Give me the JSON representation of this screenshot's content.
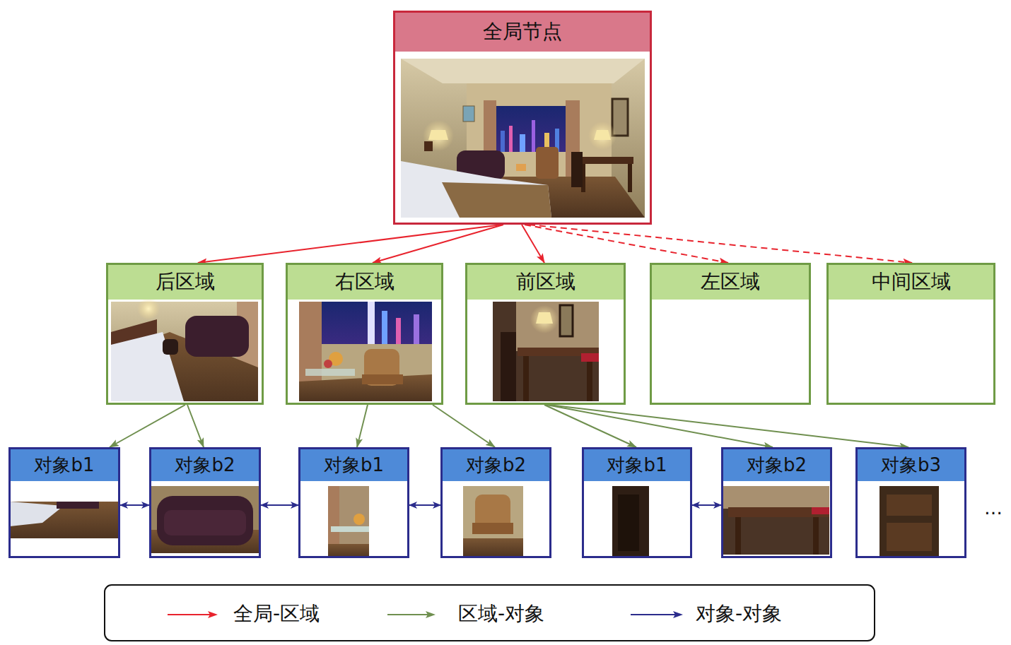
{
  "diagram": {
    "nodes": [
      {
        "text": [
          "全局节点"
        ]
      },
      {
        "text": [
          "后区域"
        ]
      },
      {
        "text": [
          "右区域"
        ]
      },
      {
        "text": [
          "前区域"
        ]
      },
      {
        "text": [
          "左区域"
        ]
      },
      {
        "text": [
          "中间区域"
        ]
      },
      {
        "text": [
          "对象b1"
        ]
      },
      {
        "text": [
          "对象b2"
        ]
      },
      {
        "text": [
          "对象b1"
        ]
      },
      {
        "text": [
          "对象b2"
        ]
      },
      {
        "text": [
          "对象b1"
        ]
      },
      {
        "text": [
          "对象b2"
        ]
      },
      {
        "text": [
          "对象b3"
        ]
      }
    ],
    "edges": [
      {
        "from": 0,
        "to": 1,
        "arrow": "to"
      },
      {
        "from": 0,
        "to": 2,
        "arrow": "to"
      },
      {
        "from": 0,
        "to": 3,
        "arrow": "to"
      },
      {
        "from": 0,
        "to": 4,
        "arrow": "to"
      },
      {
        "from": 0,
        "to": 5,
        "arrow": "to"
      },
      {
        "from": 1,
        "to": 6,
        "arrow": "to"
      },
      {
        "from": 1,
        "to": 7,
        "arrow": "to"
      },
      {
        "from": 2,
        "to": 8,
        "arrow": "to"
      },
      {
        "from": 2,
        "to": 9,
        "arrow": "to"
      },
      {
        "from": 3,
        "to": 10,
        "arrow": "to"
      },
      {
        "from": 3,
        "to": 11,
        "arrow": "to"
      },
      {
        "from": 3,
        "to": 12,
        "arrow": "to"
      },
      {
        "from": 6,
        "to": 7,
        "arrow": "both"
      },
      {
        "from": 7,
        "to": 8,
        "arrow": "both"
      },
      {
        "from": 8,
        "to": 9,
        "arrow": "both"
      },
      {
        "from": 10,
        "to": 11,
        "arrow": "both"
      }
    ],
    "labels": [
      "…"
    ],
    "legend": [
      {
        "text": "全局-区域"
      },
      {
        "text": "区域-对象"
      },
      {
        "text": "对象-对象"
      }
    ]
  }
}
